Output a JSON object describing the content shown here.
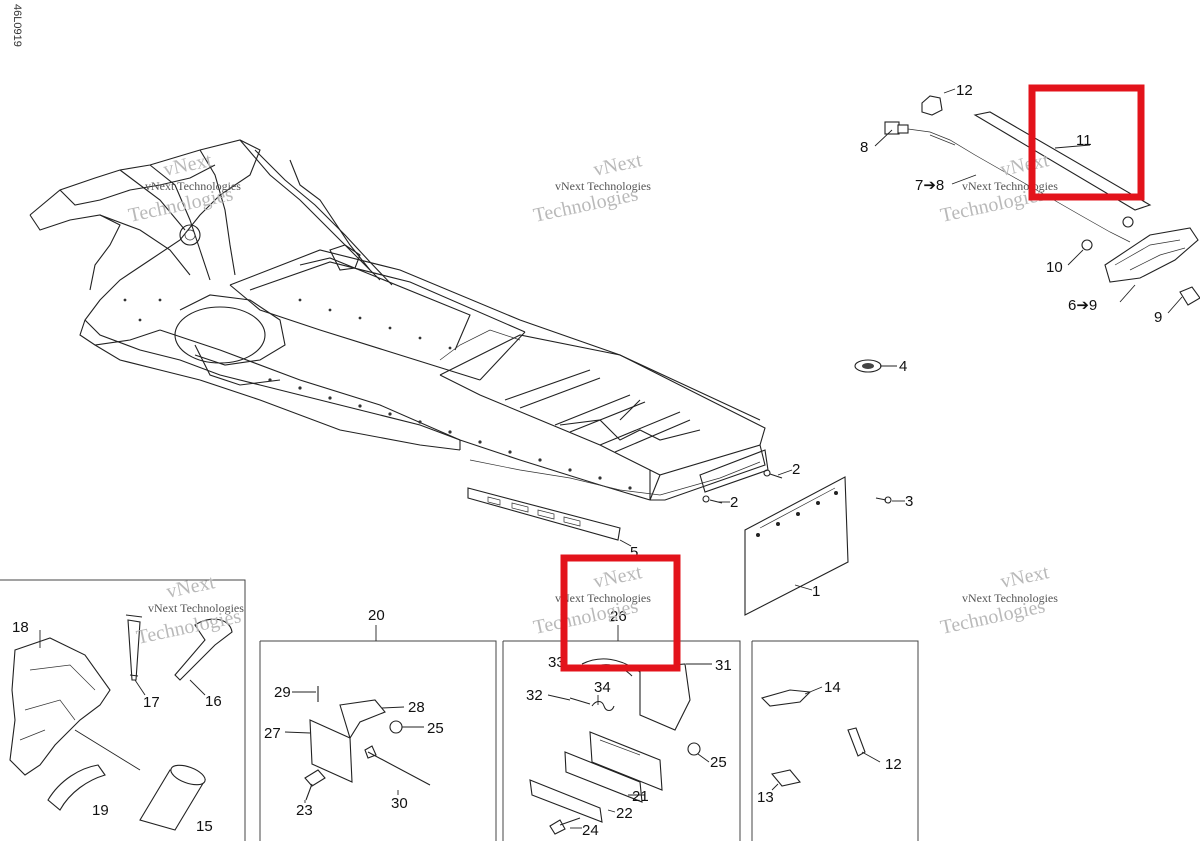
{
  "diagram_code": "46L0919",
  "watermarks": {
    "line1": "vNext Technologies",
    "line2a": "vNext",
    "line2b": "Technologies"
  },
  "callouts": {
    "c1": "1",
    "c2a": "2",
    "c2b": "2",
    "c3": "3",
    "c4": "4",
    "c5": "5",
    "c6": "6➔9",
    "c7": "7➔8",
    "c8": "8",
    "c9": "9",
    "c10": "10",
    "c11": "11",
    "c12a": "12",
    "c12b": "12",
    "c13": "13",
    "c14": "14",
    "c15": "15",
    "c16": "16",
    "c17": "17",
    "c18": "18",
    "c19": "19",
    "c20": "20",
    "c21": "21",
    "c22": "22",
    "c23": "23",
    "c24": "24",
    "c25a": "25",
    "c25b": "25",
    "c26": "26",
    "c27": "27",
    "c28": "28",
    "c29": "29",
    "c30": "30",
    "c31": "31",
    "c32": "32",
    "c33": "33",
    "c34": "34"
  },
  "highlight_color": "#e3131b"
}
